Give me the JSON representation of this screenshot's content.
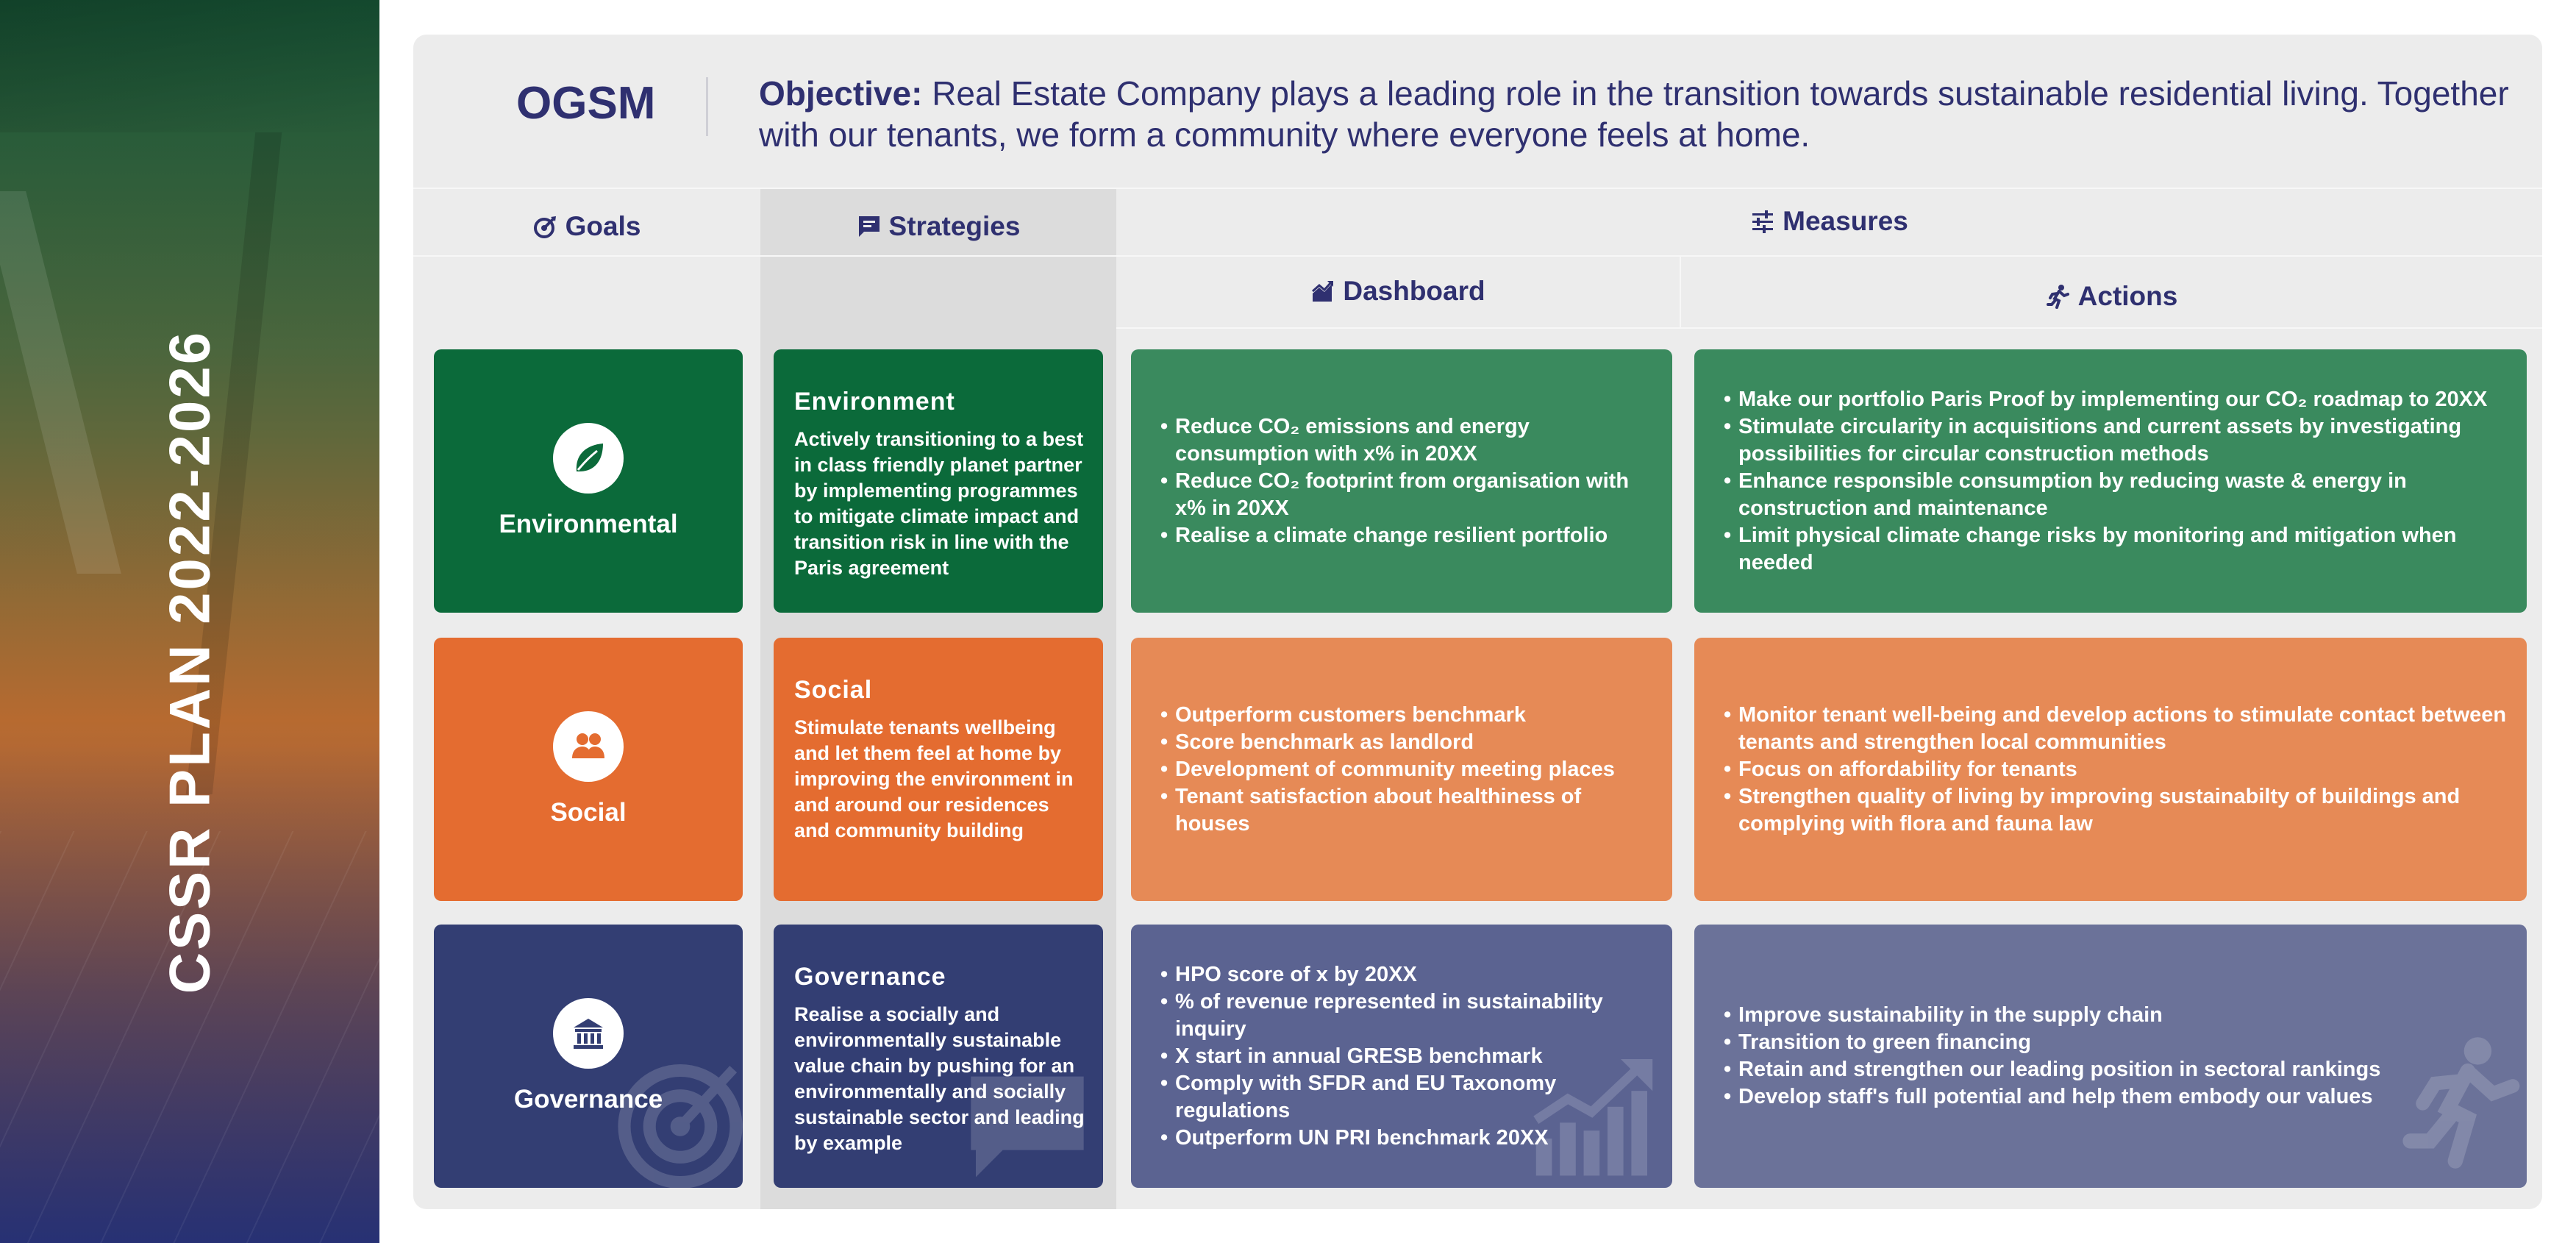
{
  "banner": {
    "title": "CSSR PLAN 2022-2026"
  },
  "header": {
    "name": "OGSM",
    "objective_label": "Objective:",
    "objective_text": "Real Estate Company plays a leading role in the transition towards sustainable residential living. Together with our tenants, we form a community where everyone feels at home."
  },
  "columns": {
    "goals": "Goals",
    "strategies": "Strategies",
    "measures": "Measures",
    "dashboard": "Dashboard",
    "actions": "Actions"
  },
  "icons": {
    "goals": "target-icon",
    "strategies": "chat-icon",
    "measures": "sliders-icon",
    "dashboard": "trend-chart-icon",
    "actions": "running-person-icon",
    "environmental": "leaf-icon",
    "social": "people-icon",
    "governance": "bank-icon"
  },
  "colors": {
    "green_dark": "#0b6a3a",
    "green_mid": "#3a8a5e",
    "orange_dark": "#e46c30",
    "orange_mid": "#e68a56",
    "navy_dark": "#333e73",
    "navy_mid": "#5b6391",
    "navy_light": "#6b7299",
    "text_navy": "#2f3070"
  },
  "rows": [
    {
      "goal": "Environmental",
      "strategy_title": "Environment",
      "strategy_text": "Actively transitioning to a best in class friendly planet partner by implementing programmes to mitigate climate impact and transition risk in line with the Paris agreement",
      "dashboard": [
        "Reduce CO₂ emissions and energy consumption with x% in 20XX",
        "Reduce CO₂ footprint from organisation with x% in 20XX",
        "Realise a climate change resilient portfolio"
      ],
      "actions": [
        "Make our portfolio Paris Proof by implementing our CO₂ roadmap to 20XX",
        "Stimulate circularity in acquisitions and current assets by investigating possibilities for circular construction methods",
        "Enhance responsible consumption by reducing waste & energy in construction and maintenance",
        "Limit physical climate change risks by monitoring and mitigation when needed"
      ]
    },
    {
      "goal": "Social",
      "strategy_title": "Social",
      "strategy_text": "Stimulate tenants wellbeing and let them feel at home by improving the environment in and around our residences and community building",
      "dashboard": [
        "Outperform customers benchmark",
        "Score benchmark as landlord",
        "Development of community meeting places",
        "Tenant satisfaction about healthiness of houses"
      ],
      "actions": [
        "Monitor tenant well-being and develop actions to stimulate contact between tenants and strengthen local communities",
        "Focus on affordability for tenants",
        "Strengthen quality of living by improving sustainabilty of buildings and complying with flora and fauna law"
      ]
    },
    {
      "goal": "Governance",
      "strategy_title": "Governance",
      "strategy_text": "Realise a socially and environmentally sustainable value chain by pushing for an environmentally and socially sustainable sector and leading by example",
      "dashboard": [
        "HPO score of x by 20XX",
        "% of revenue represented in sustainability inquiry",
        "X start in annual GRESB benchmark",
        "Comply with SFDR and EU Taxonomy regulations",
        "Outperform UN PRI benchmark 20XX"
      ],
      "actions": [
        "Improve sustainability in the supply chain",
        "Transition to green financing",
        "Retain and strengthen our leading position in sectoral rankings",
        "Develop staff's full potential and help them embody our values"
      ]
    }
  ]
}
